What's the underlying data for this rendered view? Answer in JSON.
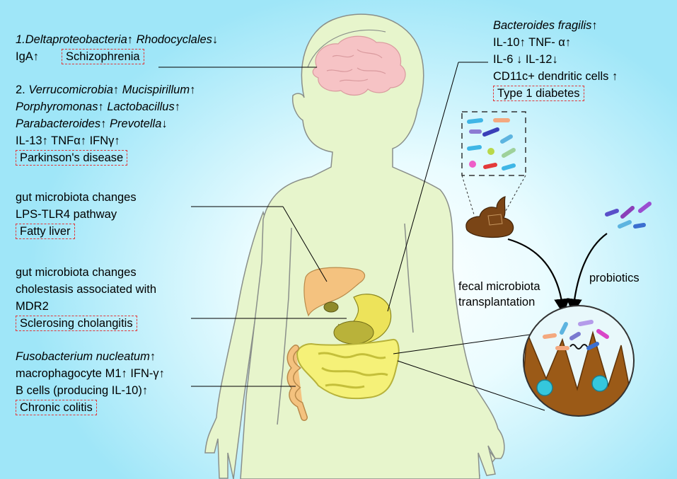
{
  "colors": {
    "disease_box": "#e0383a",
    "body": "#e7f5cc",
    "brain": "#f6c3c5",
    "liver": "#f4c27f",
    "intestine": "#f5f178",
    "stool": "#7a4516",
    "tissue": "#9b5a17",
    "cell": "#35c7dd"
  },
  "icons": [
    "human-body-icon",
    "brain-icon",
    "liver-icon",
    "stomach-icon",
    "intestine-icon",
    "stool-icon",
    "bacteria-icon",
    "gut-villi-icon"
  ],
  "block1": {
    "l1_taxa_a": "1.Deltaproteobacteria",
    "l1_up": "↑ ",
    "l1_taxa_b": "Rhodocyclales",
    "l1_down": "↓",
    "l2_text": "IgA↑",
    "disease": "Schizophrenia"
  },
  "block2": {
    "l1_prefix": "2. ",
    "l1_taxa_a": "Verrucomicrobia",
    "l1_up_a": "↑ ",
    "l1_taxa_b": "Mucispirillum",
    "l1_up_b": "↑",
    "l2_taxa_a": "Porphyromonas",
    "l2_up_a": "↑ ",
    "l2_taxa_b": "Lactobacillus",
    "l2_up_b": "↑",
    "l3_taxa_a": "Parabacteroides",
    "l3_up_a": "↑ ",
    "l3_taxa_b": "Prevotella",
    "l3_down_b": "↓",
    "l4_text": "IL-13↑ TNFα↑ IFNγ↑",
    "disease": "Parkinson's disease"
  },
  "block3": {
    "l1": "gut microbiota changes",
    "l2": "LPS-TLR4 pathway",
    "disease": "Fatty liver"
  },
  "block4": {
    "l1": "gut microbiota changes",
    "l2": "cholestasis associated with",
    "l3": "MDR2",
    "disease": "Sclerosing cholangitis"
  },
  "block5": {
    "l1_taxa": "Fusobacterium nucleatum",
    "l1_up": "↑",
    "l2": "macrophagocyte M1↑ IFN-γ↑",
    "l3": "B cells (producing IL-10)↑",
    "disease": "Chronic colitis"
  },
  "block6": {
    "l1_taxa": "Bacteroides fragilis",
    "l1_up": "↑",
    "l2": "IL-10↑ TNF- α↑",
    "l3": "IL-6 ↓ IL-12↓",
    "l4": "CD11c+ dendritic cells ↑",
    "disease": "Type 1 diabetes"
  },
  "labels": {
    "fmt_l1": "fecal microbiota",
    "fmt_l2": "transplantation",
    "probiotics": "probiotics"
  }
}
